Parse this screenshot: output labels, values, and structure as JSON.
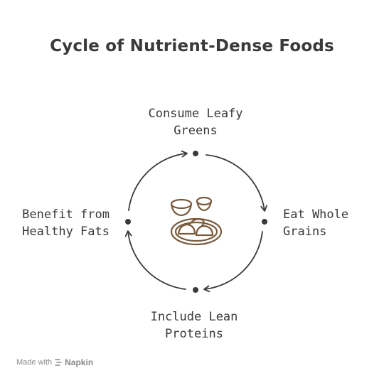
{
  "title": "Cycle of Nutrient-Dense Foods",
  "steps": [
    {
      "lines": [
        "Consume Leafy",
        "Greens"
      ]
    },
    {
      "lines": [
        "Eat Whole",
        "Grains"
      ]
    },
    {
      "lines": [
        "Include Lean",
        "Proteins"
      ]
    },
    {
      "lines": [
        "Benefit from",
        "Healthy Fats"
      ]
    }
  ],
  "center_icon": "food-bowls-icon",
  "footer": {
    "made_with": "Made with",
    "brand": "Napkin",
    "brand_icon": "napkin-logo-icon"
  },
  "colors": {
    "stroke": "#3a3a3a",
    "icon": "#7a5a3c",
    "footer": "#8a8a8a"
  }
}
